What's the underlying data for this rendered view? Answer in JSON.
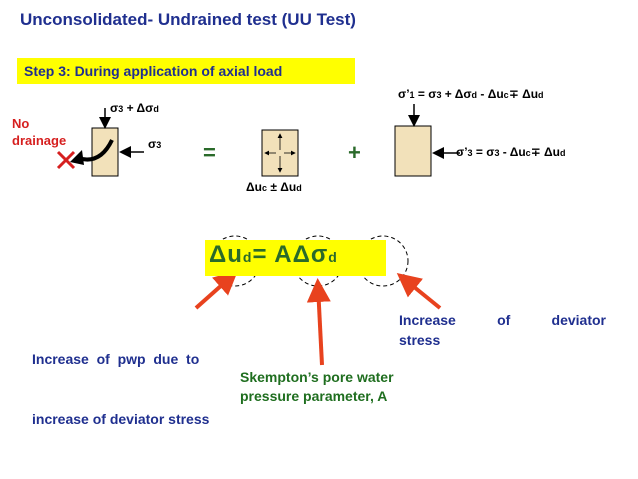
{
  "title": "Unconsolidated- Undrained test (UU Test)",
  "step_label": "Step 3: During application of axial load",
  "no_drainage": [
    "No",
    "drainage"
  ],
  "left_sample": {
    "top_stress": {
      "a": "σ",
      "a_sub": "3",
      "plus": " + Δσ",
      "b_sub": "d"
    },
    "side_stress": {
      "a": "σ",
      "a_sub": "3"
    }
  },
  "equals_sign": "=",
  "plus_sign": "+",
  "pore_label": {
    "a": "Δu",
    "a_sub": "c",
    "mid": " ± Δu",
    "b_sub": "d"
  },
  "right_sample": {
    "sigma1": {
      "t1": "σ’",
      "s1": "1",
      "t2": " = σ",
      "s2": "3",
      "t3": " + Δσ",
      "s3": "d",
      "t4": " - Δu",
      "s4": "c",
      "t5": "∓ Δu",
      "s5": "d"
    },
    "sigma3": {
      "t1": "σ’",
      "s1": "3",
      "t2": " = σ",
      "s2": "3",
      "t3": " - Δu",
      "s3": "c",
      "t4": "∓ Δu",
      "s4": "d"
    }
  },
  "main_equation": {
    "lhs": "Δu",
    "lhs_sub": "d",
    "rhs": "= AΔσ",
    "rhs_sub": "d"
  },
  "annotations": {
    "pwp": [
      "Increase  of  pwp  due  to",
      "increase of deviator stress"
    ],
    "skempton": [
      "Skempton’s pore water",
      "pressure parameter, A"
    ],
    "deviator": [
      "Increase",
      "of",
      "deviator",
      "stress"
    ]
  },
  "colors": {
    "title": "#1f2f8f",
    "highlight": "#ffff00",
    "equation": "#2a6a2a",
    "red": "#d61f1f",
    "sample": "#f2e1ba"
  }
}
